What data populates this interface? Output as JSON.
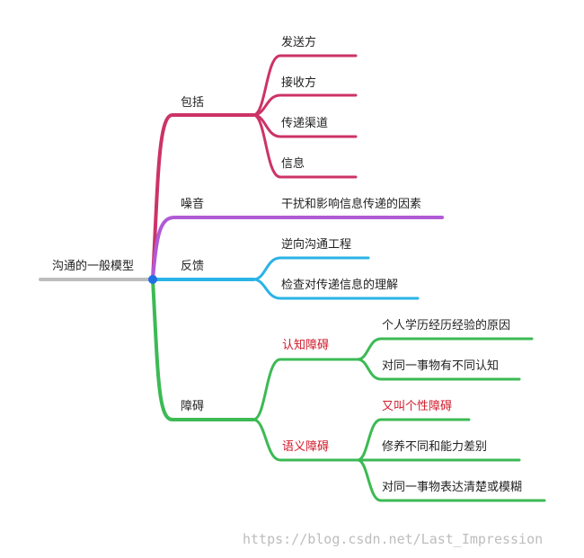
{
  "root": {
    "label": "沟通的一般模型"
  },
  "colors": {
    "root_line": "#bdbdbd",
    "branch_include": "#cc3366",
    "branch_noise": "#b05ad6",
    "branch_feedback": "#2ab3e6",
    "branch_barrier": "#3cba54",
    "hub_dot": "#1f6fe5",
    "emphasis_text": "#d0192a"
  },
  "branches": {
    "include": {
      "label": "包括",
      "children": [
        "发送方",
        "接收方",
        "传递渠道",
        "信息"
      ]
    },
    "noise": {
      "label": "噪音",
      "children": [
        "干扰和影响信息传递的因素"
      ]
    },
    "feedback": {
      "label": "反馈",
      "children": [
        "逆向沟通工程",
        "检查对传递信息的理解"
      ]
    },
    "barrier": {
      "label": "障碍",
      "cognitive": {
        "label": "认知障碍",
        "children": [
          "个人学历经历经验的原因",
          "对同一事物有不同认知"
        ]
      },
      "semantic": {
        "label": "语义障碍",
        "children": [
          "又叫个性障碍",
          "修养不同和能力差别",
          "对同一事物表达清楚或模糊"
        ]
      }
    }
  },
  "watermark": "https://blog.csdn.net/Last_Impression"
}
